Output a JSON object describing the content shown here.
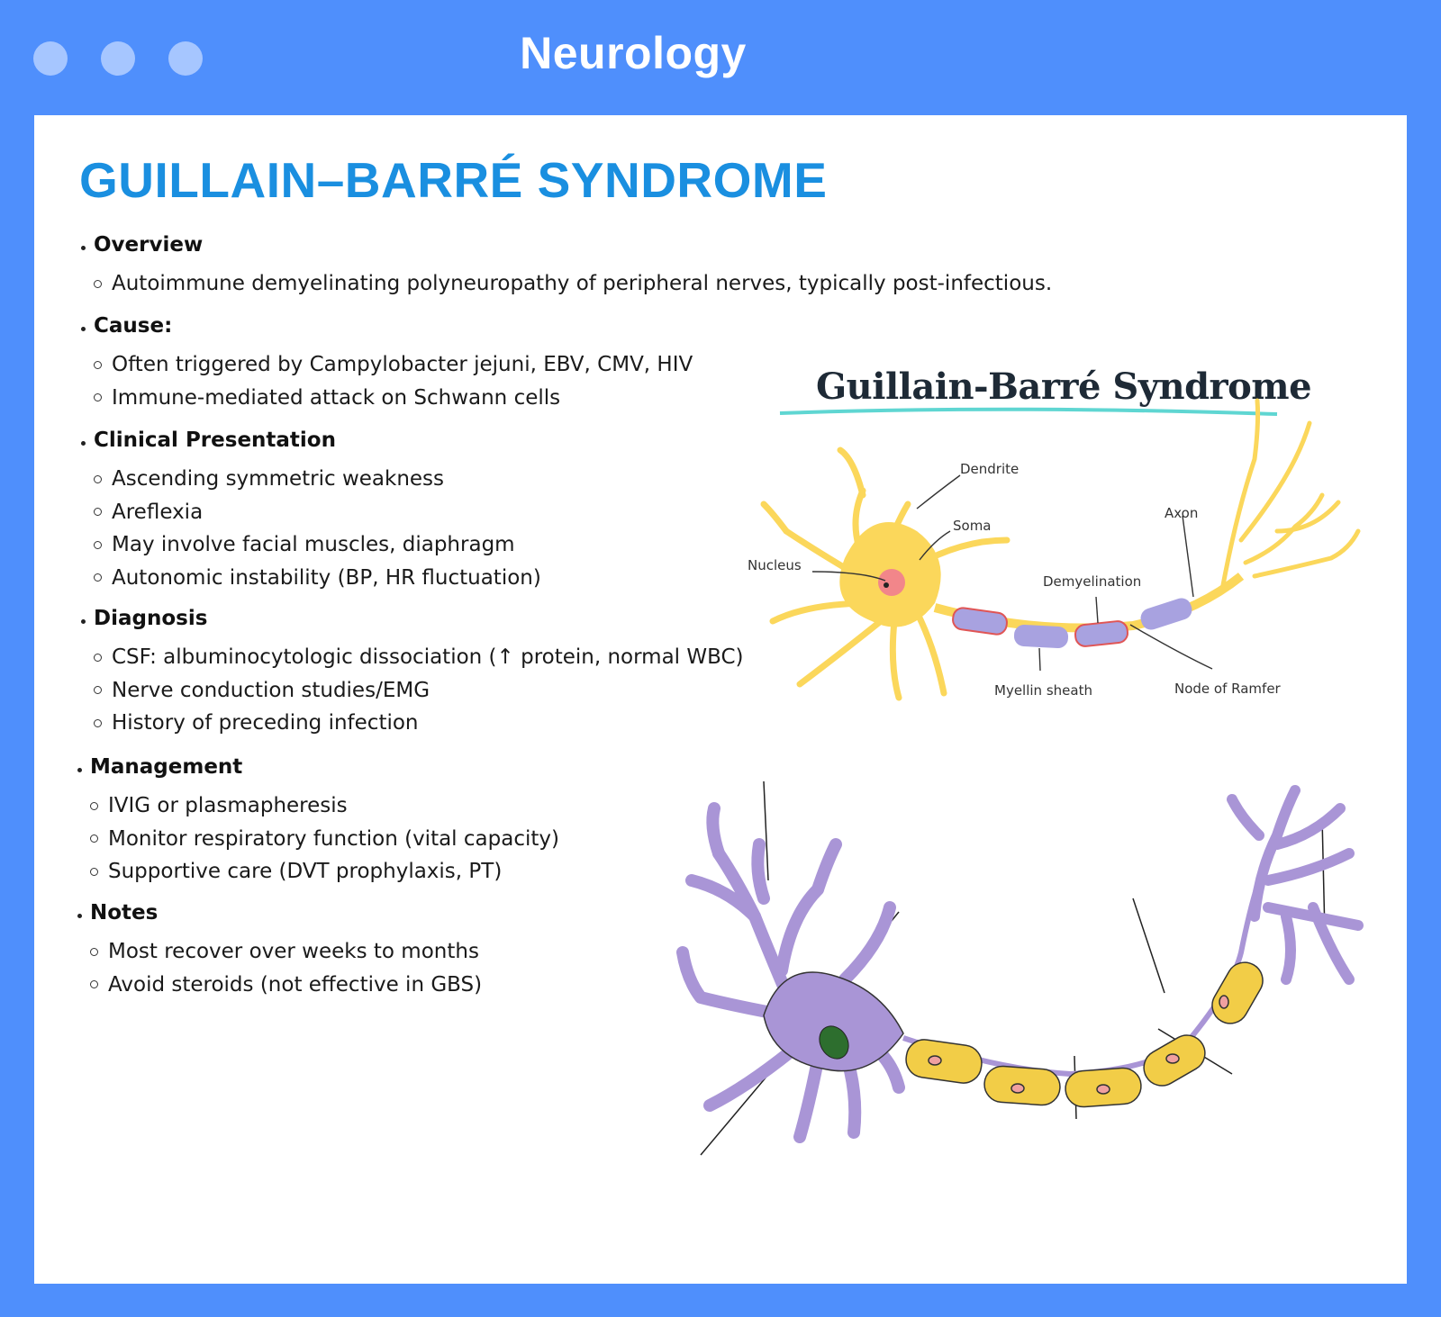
{
  "window": {
    "title": "Neurology",
    "controls": [
      "window-dot",
      "window-dot",
      "window-dot"
    ],
    "colors": {
      "frame": "#4f8ffc",
      "dots": "#a6c6ff",
      "heading": "#1a8fe0"
    }
  },
  "page": {
    "title": "GUILLAIN–BARRÉ SYNDROME",
    "sections": [
      {
        "heading": "Overview",
        "items": [
          "Autoimmune demyelinating polyneuropathy of peripheral nerves, typically post-infectious."
        ]
      },
      {
        "heading": "Cause:",
        "items": [
          "Often triggered by Campylobacter jejuni, EBV, CMV, HIV",
          "Immune-mediated attack on Schwann cells"
        ]
      },
      {
        "heading": "Clinical Presentation",
        "items": [
          "Ascending symmetric weakness",
          "Areflexia",
          "May involve facial muscles, diaphragm",
          "Autonomic instability (BP, HR fluctuation)"
        ]
      },
      {
        "heading": "Diagnosis",
        "items": [
          "CSF: albuminocytologic dissociation (↑ protein, normal WBC)",
          "Nerve conduction studies/EMG",
          "History of preceding infection"
        ]
      },
      {
        "heading": "Management",
        "items": [
          "IVIG or plasmapheresis",
          "Monitor respiratory function (vital capacity)",
          "Supportive care (DVT prophylaxis, PT)"
        ]
      },
      {
        "heading": "Notes",
        "items": [
          "Most recover over weeks to months",
          "Avoid steroids (not effective in GBS)"
        ]
      }
    ]
  },
  "figure_a": {
    "title": "Guillain-Barré Syndrome",
    "labels": {
      "dendrite": "Dendrite",
      "soma": "Soma",
      "nucleus": "Nucleus",
      "axon": "Axon",
      "demyelination": "Demyelination",
      "myelin_sheath": "Myellin sheath",
      "node": "Node of Ramfer"
    }
  }
}
